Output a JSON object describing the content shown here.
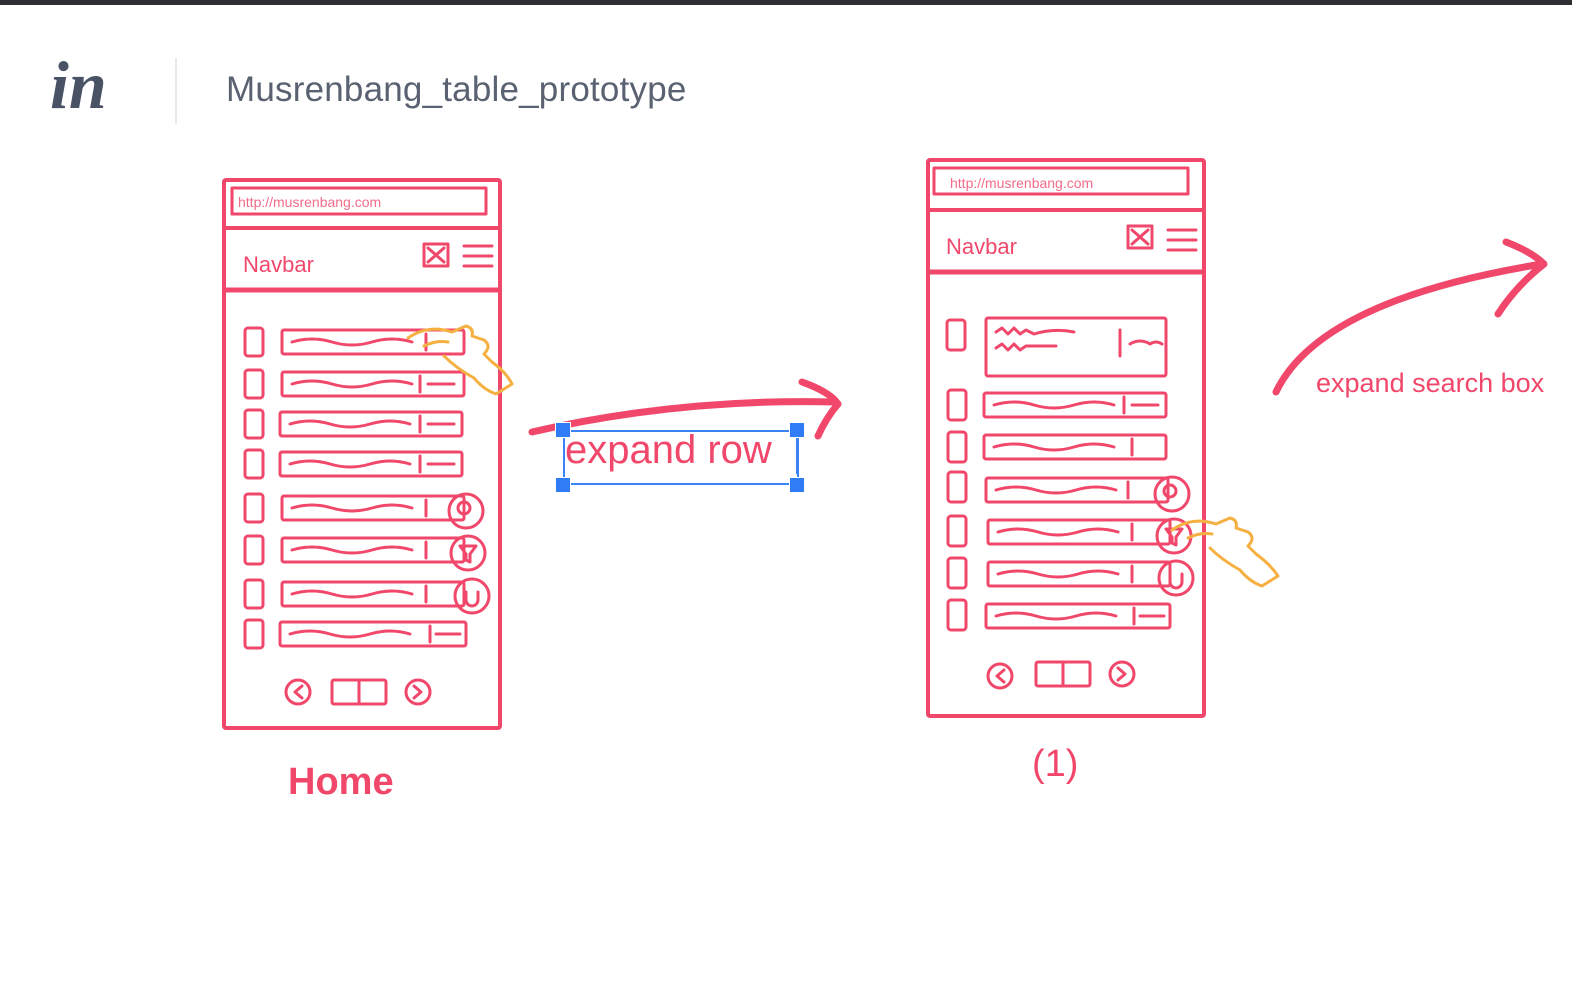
{
  "header": {
    "logo_text": "in",
    "project_title": "Musrenbang_table_prototype"
  },
  "screens": [
    {
      "url": "http://musrenbang.com",
      "navbar_label": "Navbar",
      "caption": "Home"
    },
    {
      "url": "http://musrenbang.com",
      "navbar_label": "Navbar",
      "caption": "(1)"
    }
  ],
  "annotations": {
    "expand_row": "expand row",
    "expand_search_box": "expand search box"
  },
  "colors": {
    "sketch": "#f0476b",
    "hand": "#f5b041",
    "selection": "#2f7cf6",
    "title": "#5a6272"
  }
}
